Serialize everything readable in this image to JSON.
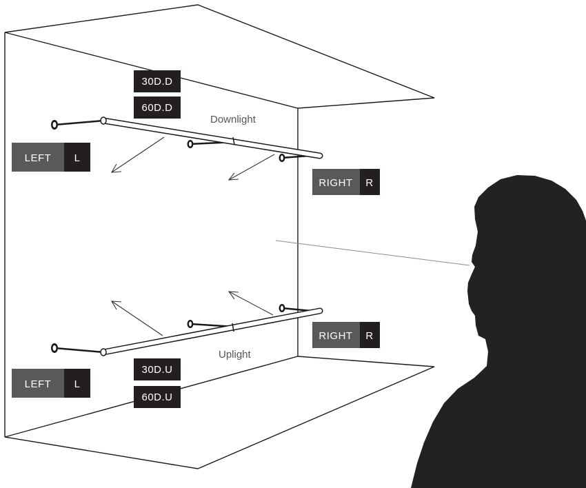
{
  "labels": {
    "downlight": "Downlight",
    "uplight": "Uplight",
    "d30": "30D.D",
    "d60": "60D.D",
    "u30": "30D.U",
    "u60": "60D.U",
    "left_word": "LEFT",
    "left_letter": "L",
    "right_word": "RIGHT",
    "right_letter": "R"
  },
  "colors": {
    "line": "#1a1a1a",
    "silhouette": "#222222",
    "tag_dark": "#231f20",
    "tag_grey": "#58595b"
  },
  "icons": {
    "person": "person-silhouette-icon",
    "arrow": "light-direction-arrow-icon"
  }
}
